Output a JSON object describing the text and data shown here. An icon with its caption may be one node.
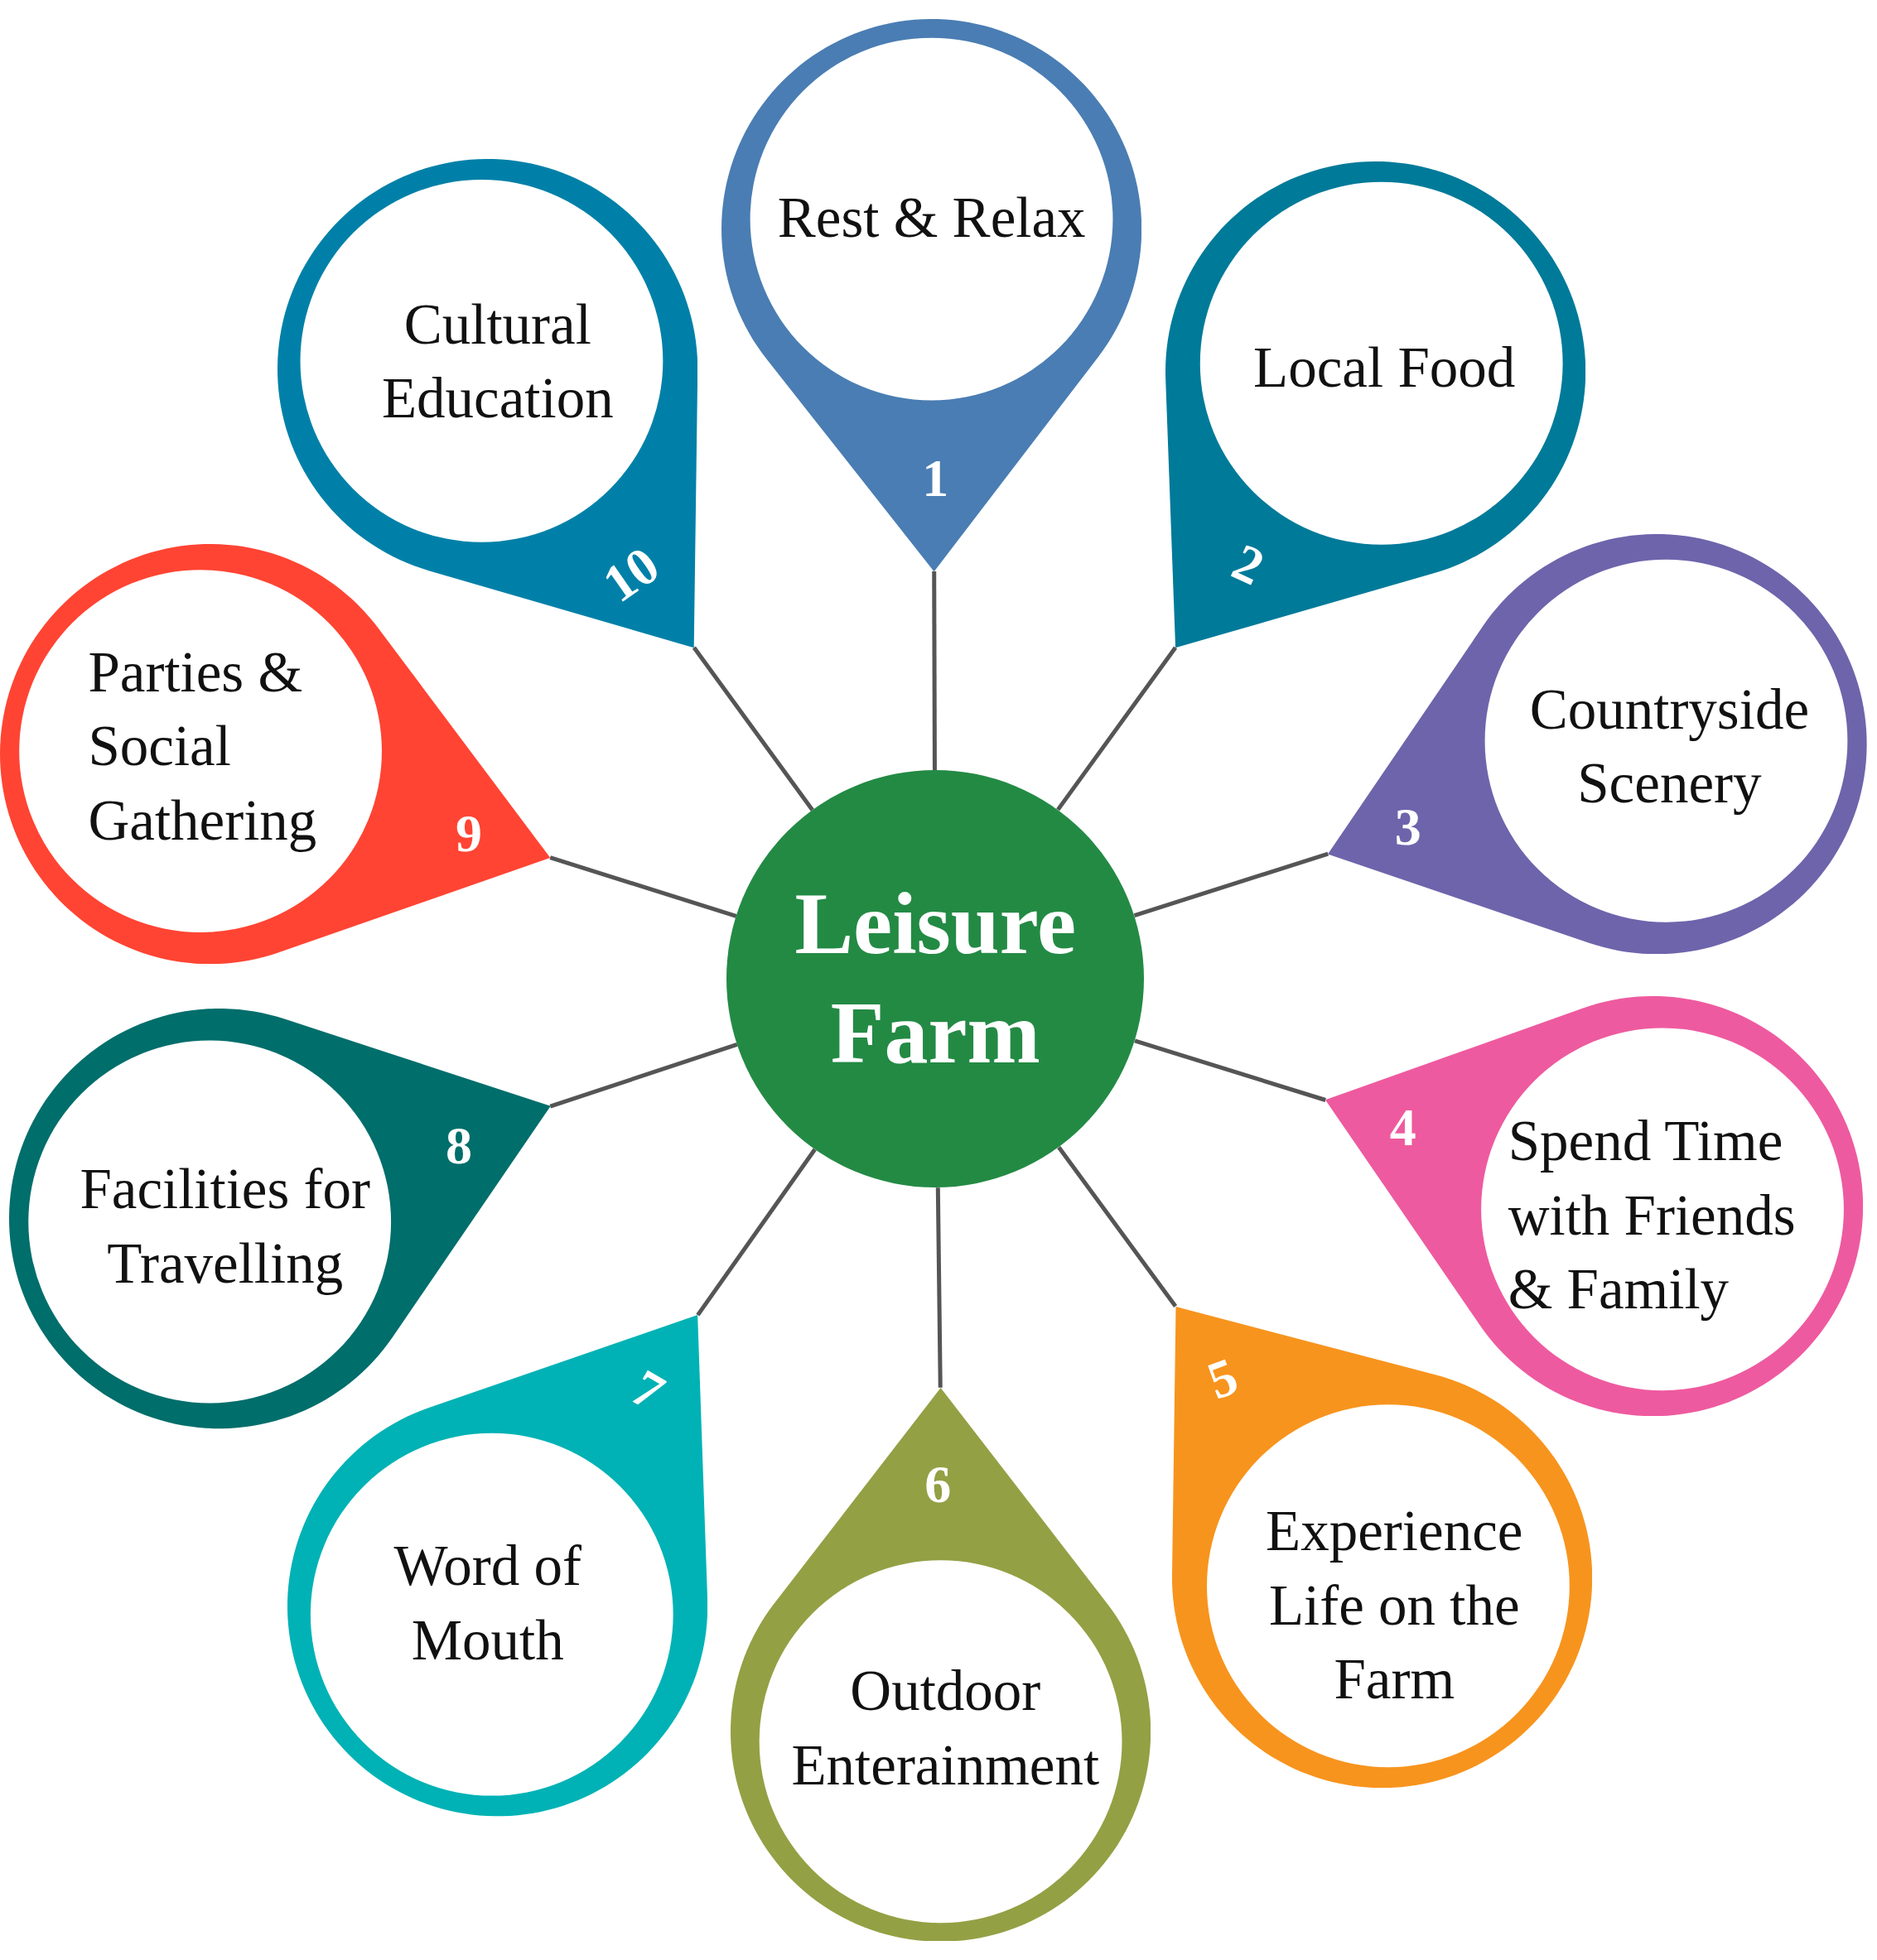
{
  "diagram": {
    "nodes": [
      {
        "text": [
          "Leisure Farm"
        ]
      },
      {
        "text": [
          "Rest & Relax",
          "1"
        ]
      },
      {
        "text": [
          "Local Food",
          "2"
        ]
      },
      {
        "text": [
          "Countryside Scenery",
          "3"
        ]
      },
      {
        "text": [
          "4",
          "Spend Time with Friends & Family"
        ]
      },
      {
        "text": [
          "5",
          "Experience Life on the Farm"
        ]
      },
      {
        "text": [
          "6",
          "Outdoor Enterainment"
        ]
      },
      {
        "text": [
          "7",
          "Word of Mouth"
        ]
      },
      {
        "text": [
          "8",
          "Facilities for Travelling"
        ]
      },
      {
        "text": [
          "Parties & Social Gathering",
          "9"
        ]
      },
      {
        "text": [
          "Cultural Education",
          "10"
        ]
      }
    ],
    "edges": [
      {
        "from": 0,
        "to": 1,
        "arrow": "none"
      },
      {
        "from": 0,
        "to": 2,
        "arrow": "none"
      },
      {
        "from": 0,
        "to": 3,
        "arrow": "none"
      },
      {
        "from": 0,
        "to": 4,
        "arrow": "none"
      },
      {
        "from": 0,
        "to": 5,
        "arrow": "none"
      },
      {
        "from": 0,
        "to": 6,
        "arrow": "none"
      },
      {
        "from": 0,
        "to": 7,
        "arrow": "none"
      },
      {
        "from": 0,
        "to": 8,
        "arrow": "none"
      },
      {
        "from": 0,
        "to": 9,
        "arrow": "none"
      },
      {
        "from": 0,
        "to": 10,
        "arrow": "none"
      }
    ]
  }
}
